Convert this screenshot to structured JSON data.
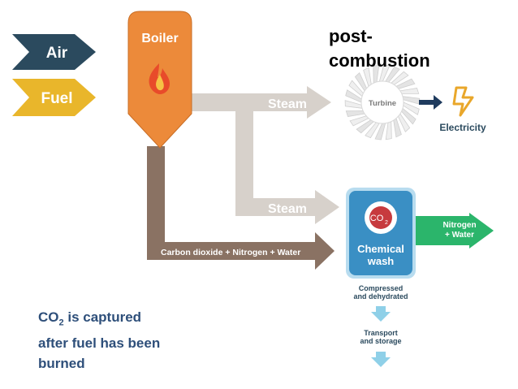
{
  "title": {
    "line1": "post-",
    "line2": "combustion"
  },
  "inputs": {
    "air": "Air",
    "fuel": "Fuel"
  },
  "boiler": {
    "label": "Boiler"
  },
  "flows": {
    "steam_top": "Steam",
    "steam_bottom": "Steam",
    "flue_gas": "Carbon dioxide + Nitrogen + Water",
    "exhaust": {
      "line1": "Nitrogen",
      "line2": "+ Water"
    }
  },
  "turbine": {
    "label": "Turbine"
  },
  "electricity": {
    "label": "Electricity"
  },
  "chemical_wash": {
    "co2_badge": "CO",
    "co2_badge_sub": "2",
    "line1": "Chemical",
    "line2": "wash"
  },
  "steps": {
    "compressed": {
      "line1": "Compressed",
      "line2": "and dehydrated"
    },
    "transport": {
      "line1": "Transport",
      "line2": "and storage"
    }
  },
  "caption": {
    "co": "CO",
    "sub": "2",
    "rest1": " is captured",
    "line2": "after fuel has been",
    "line3": "burned"
  },
  "colors": {
    "air": "#2b4a5e",
    "fuel": "#e9b62b",
    "boiler": "#ec8a3a",
    "steam": "#d7d1cb",
    "flue": "#8a7263",
    "wash": "#3a8fc4",
    "exhaust": "#2bb56b",
    "electricity": "#e9a72b",
    "step_arrow": "#8fd0e8"
  }
}
